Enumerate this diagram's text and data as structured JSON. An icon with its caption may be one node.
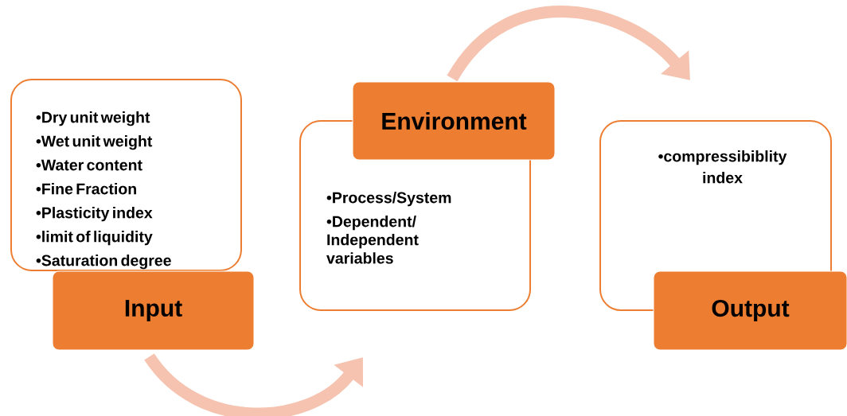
{
  "diagram": {
    "nodes": [
      {
        "text": [
          "•Dry unit weight",
          "•Wet unit weight",
          "•Water content",
          "•Fine Fraction",
          "•Plasticity index",
          "•limit of liquidity",
          "•Saturation degree"
        ]
      },
      {
        "text": [
          "Input"
        ]
      },
      {
        "text": [
          "Environment"
        ]
      },
      {
        "text": [
          "•Process/System",
          "•Dependent/ Independent variables"
        ]
      },
      {
        "text": [
          "•compressibiblity index"
        ]
      },
      {
        "text": [
          "Output"
        ]
      }
    ],
    "edges": [
      {
        "from": 1,
        "to": 3,
        "arrow": "to"
      },
      {
        "from": 2,
        "to": 4,
        "arrow": "to"
      }
    ]
  }
}
